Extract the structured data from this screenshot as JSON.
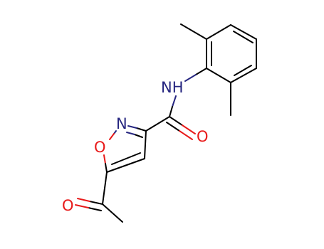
{
  "diagram": {
    "type": "structural-formula",
    "atoms": {
      "amide_nh": {
        "text": "NH",
        "color": "#262680"
      },
      "carbonyl_o": {
        "text": "O",
        "color": "#e81a1a"
      },
      "ring_n": {
        "text": "N",
        "color": "#262680"
      },
      "ring_o": {
        "text": "O",
        "color": "#e81a1a"
      },
      "acetyl_o": {
        "text": "O",
        "color": "#e81a1a"
      }
    },
    "bond_color": "#000000"
  }
}
